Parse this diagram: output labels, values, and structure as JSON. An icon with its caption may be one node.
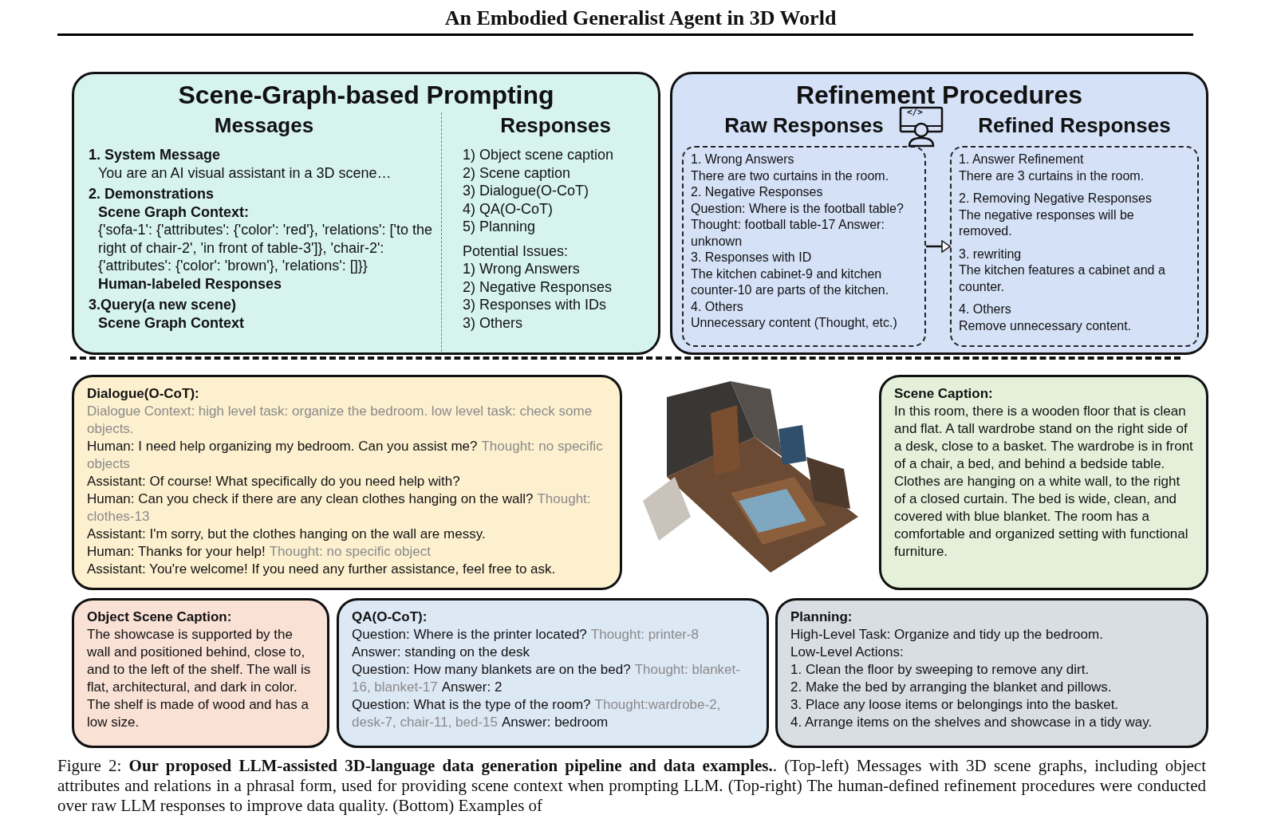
{
  "diagram": {
    "title": "An Embodied Generalist Agent in 3D World",
    "caption": "Figure 2: **Our proposed LLM-assisted 3D-language data generation pipeline and data examples.**. (Top-left) Messages with 3D scene graphs, including object attributes and relations in a phrasal form, used for providing scene context when prompting LLM. (Top-right) The human-defined refinement procedures were conducted over raw LLM responses to improve data quality. (Bottom) Examples of",
    "nodes": [
      {
        "text": [
          "Scene-Graph-based Prompting"
        ]
      },
      {
        "text": [
          "Messages",
          "1. System Message",
          "You are an AI visual assistant in a 3D scene…",
          "2. Demonstrations",
          "Scene Graph Context:",
          "{'sofa-1': {'attributes': {'color': 'red'}, 'relations': ['to the right of chair-2', 'in front of table-3']}, 'chair-2': {'attributes': {'color': 'brown'}, 'relations': []}}",
          "Human-labeled Responses",
          "3.Query(a new scene)",
          "Scene Graph Context"
        ],
        "in": 0
      },
      {
        "text": [
          "Responses",
          "1) Object scene caption",
          "2) Scene caption",
          "3) Dialogue(O-CoT)",
          "4) QA(O-CoT)",
          "5) Planning",
          "Potential Issues:",
          "1) Wrong Answers",
          "2) Negative Responses",
          "3) Responses with IDs",
          "3) Others"
        ],
        "in": 0
      },
      {
        "text": [
          "Refinement Procedures"
        ]
      },
      {
        "text": [
          "Raw Responses",
          "1. Wrong Answers",
          "There are two curtains in the room.",
          "2. Negative Responses",
          "Question: Where is the football table? Thought: football table-17 Answer: unknown",
          "3. Responses with ID",
          "The kitchen cabinet-9 and kitchen counter-10 are parts of the kitchen.",
          "4. Others",
          "Unnecessary content (Thought, etc.)"
        ],
        "in": 3
      },
      {
        "text": [
          "Refined Responses",
          "1. Answer Refinement",
          "There are 3 curtains in the room.",
          "2. Removing Negative Responses",
          "The negative responses will be removed.",
          "3. rewriting",
          "The kitchen features a cabinet and a counter.",
          "4. Others",
          "Remove unnecessary content."
        ],
        "in": 3
      },
      {
        "text": [
          "Dialogue(O-CoT):",
          "Dialogue Context: high level task: organize the bedroom. low level task: check some objects.",
          "Human: I need help organizing my bedroom. Can you assist me?",
          "Thought: no specific objects",
          "Assistant: Of course! What specifically do you need help with?",
          "Human: Can you check if there are any clean clothes hanging on the wall?",
          "Thought: clothes-13",
          "Assistant: I'm sorry, but the clothes hanging on the wall are messy.",
          "Human: Thanks for your help!",
          "Thought: no specific object",
          "Assistant: You're welcome! If you need any further assistance, feel free to ask."
        ]
      },
      {
        "text": [],
        "shape": "picture"
      },
      {
        "text": [
          "Scene Caption:",
          "In this room, there is a wooden floor that is clean and flat. A tall wardrobe stand on the right side of a desk, close to a basket. The wardrobe is in front of a chair, a bed, and behind a bedside table. Clothes are hanging on a white wall, to the right of a closed curtain. The bed is wide, clean, and covered with blue blanket. The room has a comfortable and organized setting with functional furniture."
        ]
      },
      {
        "text": [
          "Object Scene Caption:",
          "The showcase is supported by the wall and positioned behind, close to, and to the left of the shelf. The wall is flat, architectural, and dark in color. The shelf is made of wood and has a low size."
        ]
      },
      {
        "text": [
          "QA(O-CoT):",
          "Question: Where is the printer located?",
          "Thought: printer-8",
          "Answer: standing on the desk",
          "Question: How many blankets are on the bed?",
          "Thought: blanket-16, blanket-17",
          "Answer: 2",
          "Question: What is the type of the room?",
          "Thought:wardrobe-2, desk-7, chair-11, bed-15",
          "Answer: bedroom"
        ]
      },
      {
        "text": [
          "Planning:",
          "High-Level Task: Organize and tidy up the bedroom.",
          "Low-Level Actions:",
          "1. Clean the floor by sweeping to remove any dirt.",
          "2. Make the bed by arranging the blanket and pillows.",
          "3. Place any loose items or belongings into the basket.",
          "4. Arrange items on the shelves and showcase in a tidy way."
        ]
      }
    ],
    "edges": [
      {
        "from": 4,
        "to": 5,
        "arrow": "to"
      }
    ],
    "labels": [
      "</>"
    ]
  }
}
